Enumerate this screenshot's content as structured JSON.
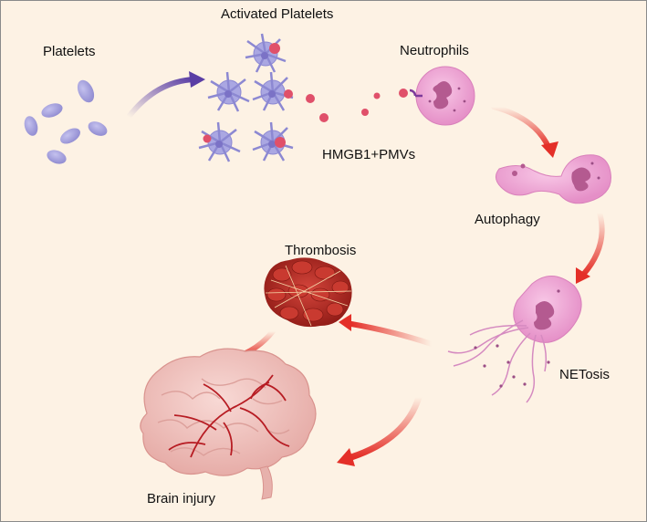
{
  "labels": {
    "platelets": "Platelets",
    "activated_platelets": "Activated  Platelets",
    "neutrophils": "Neutrophils",
    "hmgb1_pmvs": "HMGB1+PMVs",
    "autophagy": "Autophagy",
    "thrombosis": "Thrombosis",
    "netosis": "NETosis",
    "brain_injury": "Brain injury"
  },
  "colors": {
    "background": "#fdf2e4",
    "platelet": "#a9a6dc",
    "activated_platelet": "#aaa7e2",
    "microvesicle": "#e0506a",
    "neutrophil": "#f2a9d6",
    "nucleus": "#b45a90",
    "arrow_red": "#e42f28",
    "arrow_purple": "#5a3ea5",
    "clot": "#b3261f",
    "brain": "#f1c4c0",
    "vessel": "#b71c23"
  },
  "icons": {
    "resting_platelet": "platelet-oval-icon",
    "activated_platelet": "spiky-platelet-icon",
    "neutrophil": "neutrophil-cell-icon",
    "autophagy": "dividing-cell-icon",
    "netosis": "net-releasing-cell-icon",
    "thrombosis": "blood-clot-icon",
    "brain": "brain-icon"
  }
}
